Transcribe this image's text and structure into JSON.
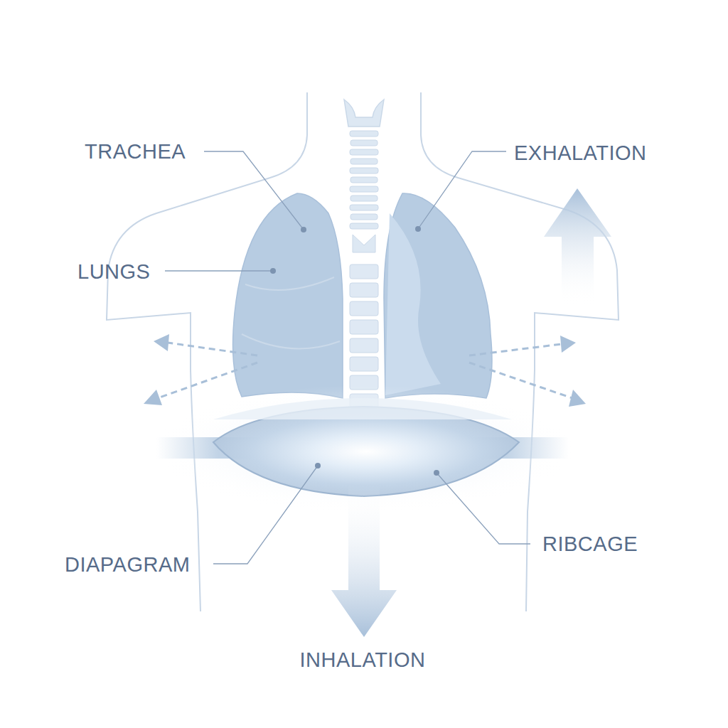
{
  "diagram": {
    "labels": [
      "TRACHEA",
      "EXHALATION",
      "LUNGS",
      "DIAPAGRAM",
      "RIBCAGE",
      "INHALATION"
    ]
  }
}
